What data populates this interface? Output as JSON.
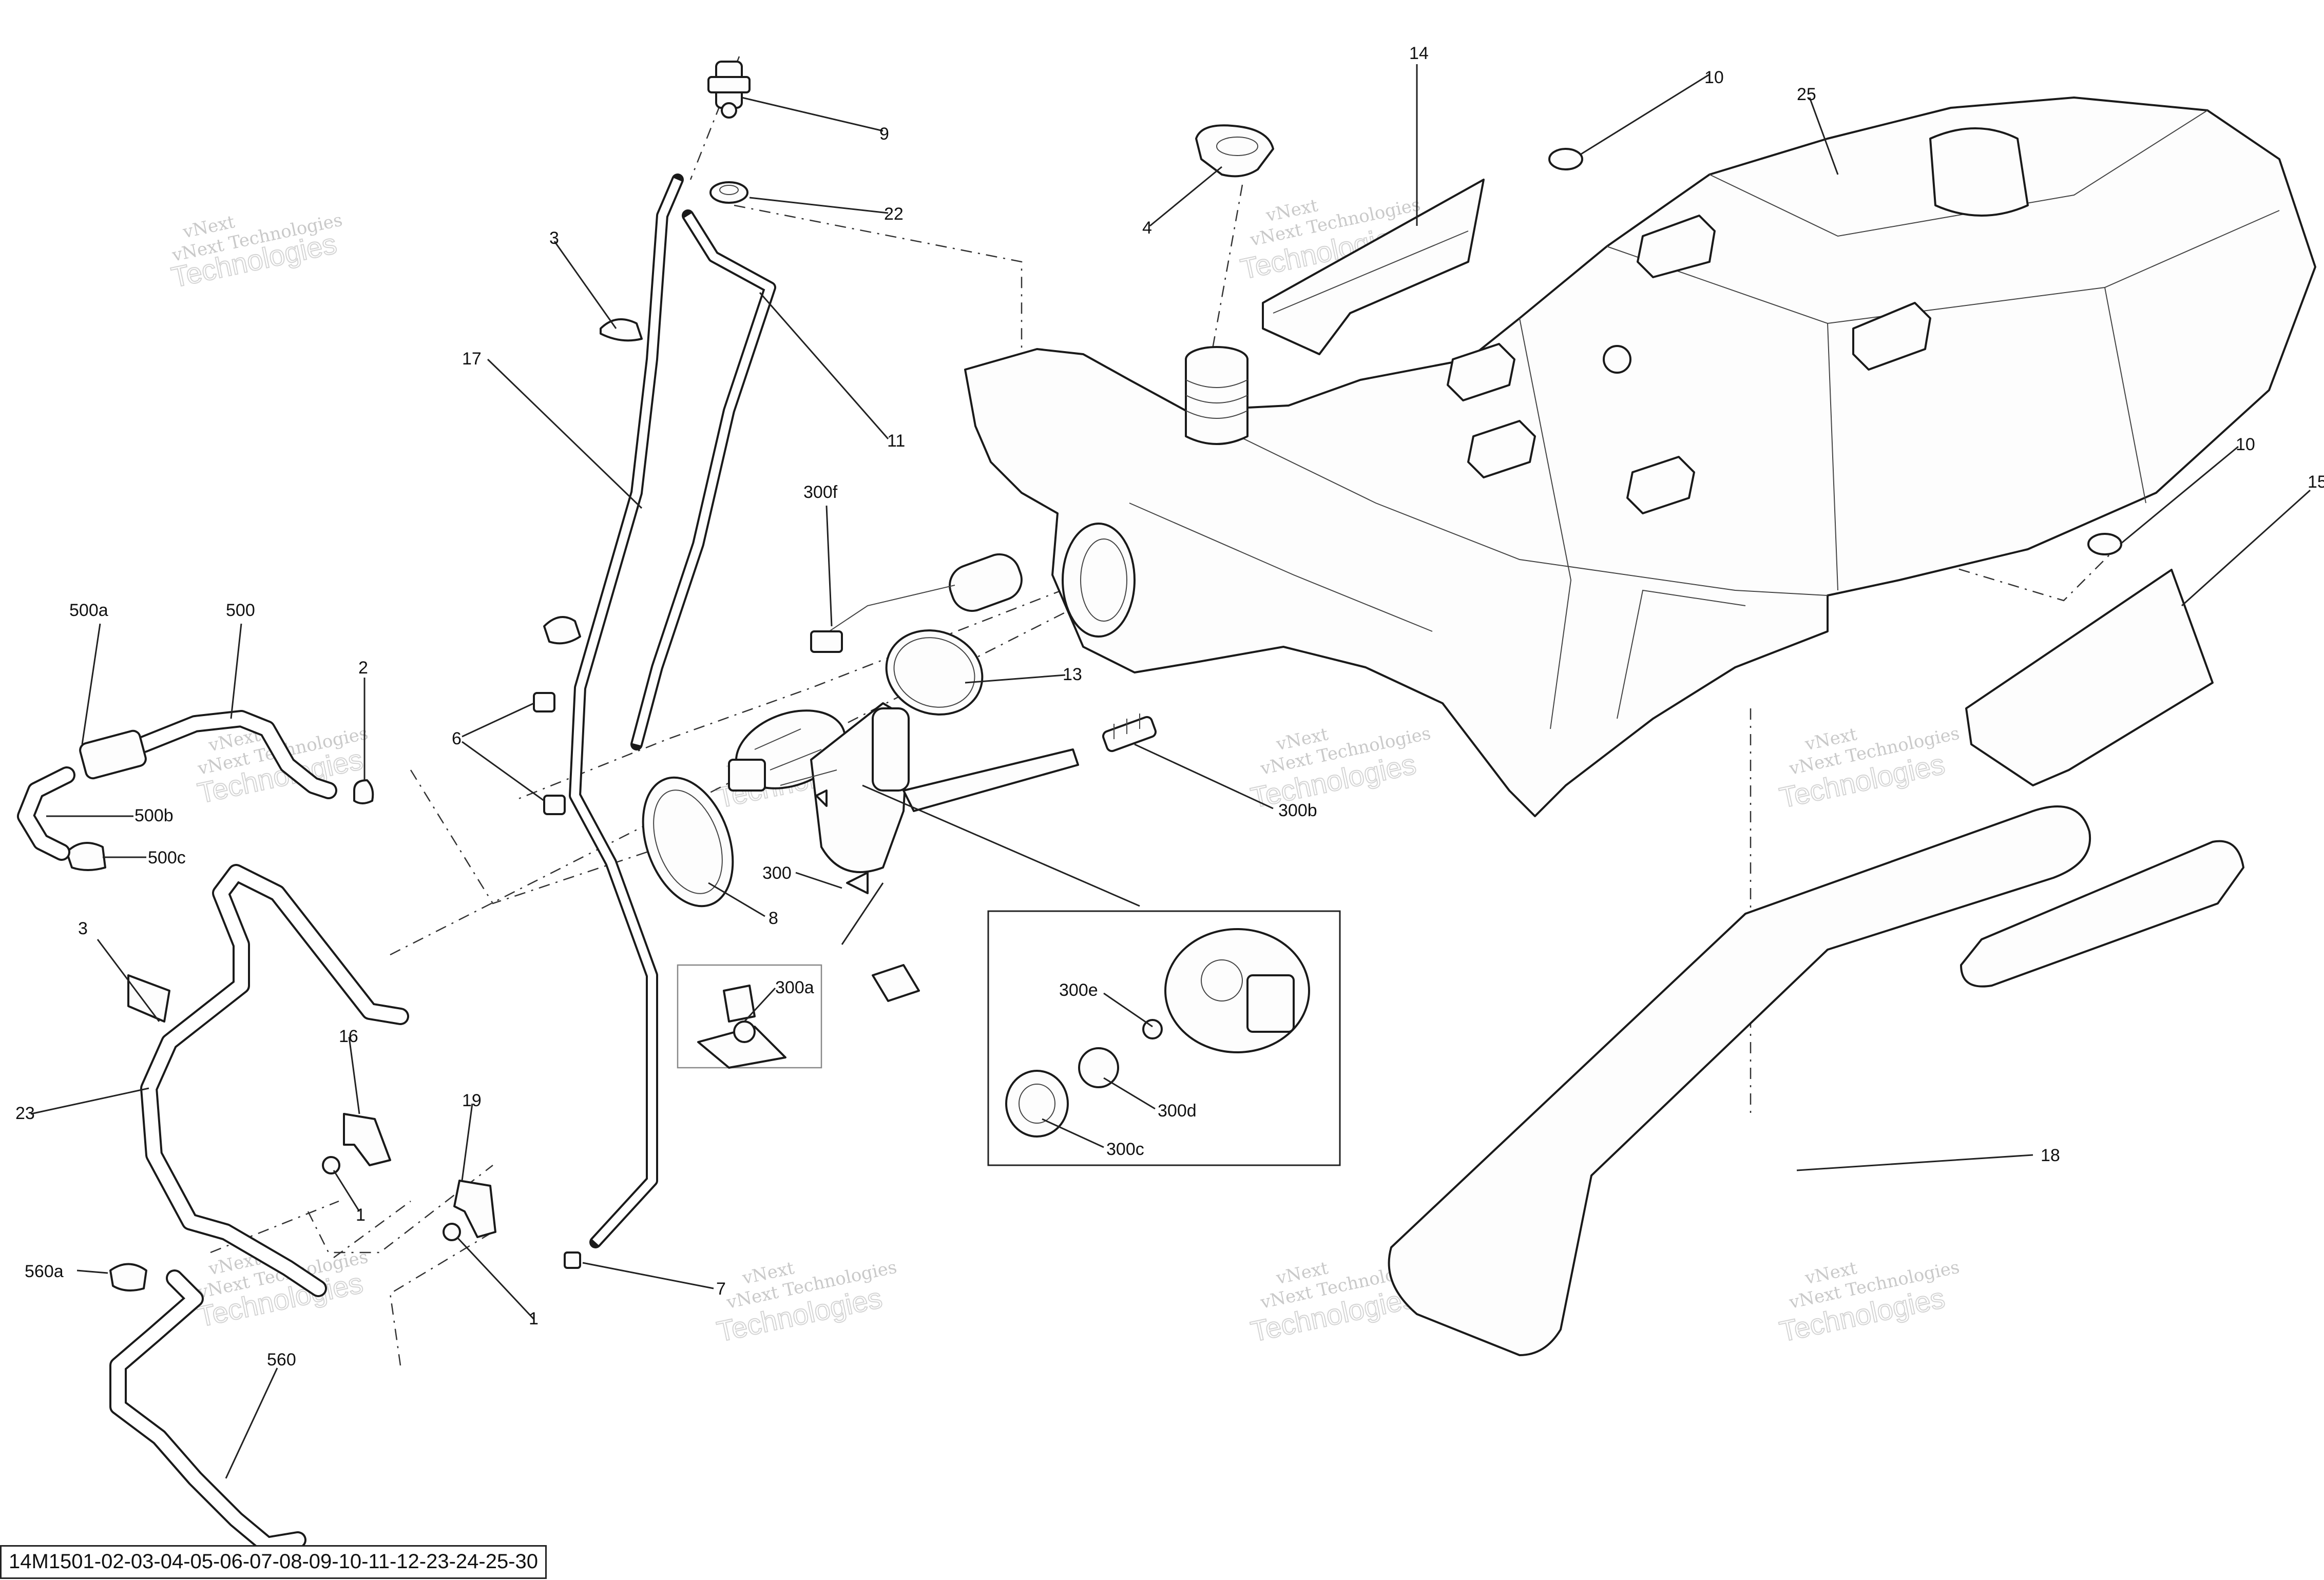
{
  "document_id": "14M1501-02-03-04-05-06-07-08-09-10-11-12-23-24-25-30",
  "watermark": {
    "line1": "vNext Technologies",
    "line2": "Technologies",
    "line3": "vNext"
  },
  "callouts": {
    "c14": "14",
    "c10a": "10",
    "c25": "25",
    "c9": "9",
    "c22": "22",
    "c4": "4",
    "c3a": "3",
    "c17": "17",
    "c11": "11",
    "c300f": "300f",
    "c10b": "10",
    "c15": "15",
    "c500a": "500a",
    "c500": "500",
    "c2": "2",
    "c13": "13",
    "c6": "6",
    "c500b": "500b",
    "c500c": "500c",
    "c300b": "300b",
    "c300": "300",
    "c8": "8",
    "c3b": "3",
    "c300a": "300a",
    "c300e": "300e",
    "c16": "16",
    "c300d": "300d",
    "c23": "23",
    "c19": "19",
    "c300c": "300c",
    "c1a": "1",
    "c18": "18",
    "c560a": "560a",
    "c7": "7",
    "c1b": "1",
    "c560": "560"
  }
}
